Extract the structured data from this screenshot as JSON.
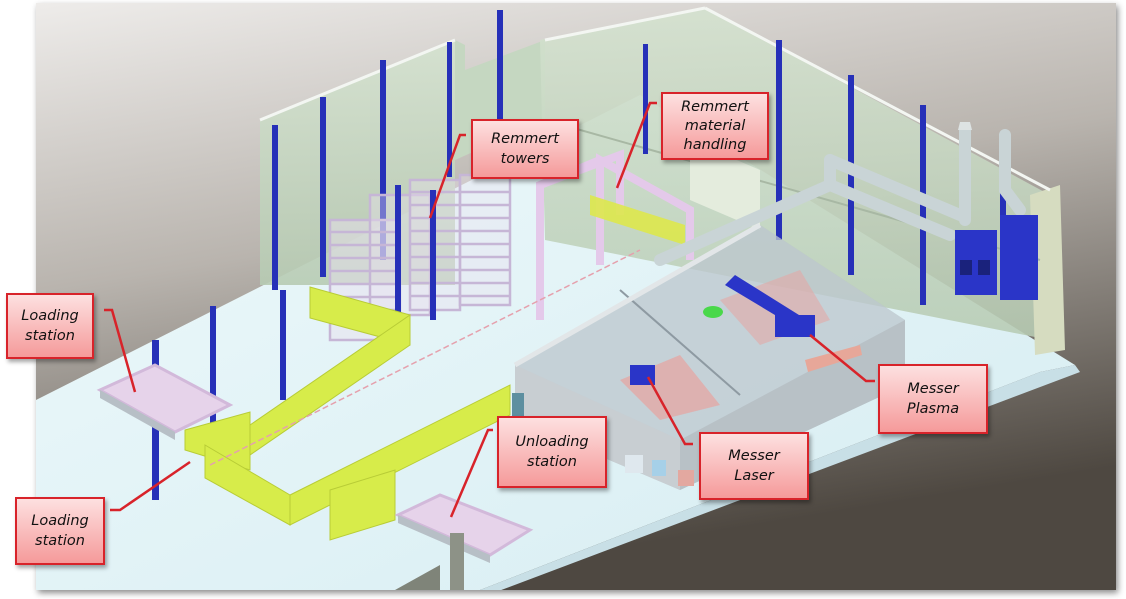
{
  "title": "Factory layout 3D rendering",
  "labels": {
    "remmert_towers": {
      "line1": "Remmert",
      "line2": "towers"
    },
    "remmert_material_handling": {
      "line1": "Remmert",
      "line2": "material",
      "line3": "handling"
    },
    "loading_station_top": {
      "line1": "Loading",
      "line2": "station"
    },
    "loading_station_bottom": {
      "line1": "Loading",
      "line2": "station"
    },
    "unloading_station": {
      "line1": "Unloading",
      "line2": "station"
    },
    "messer_laser": {
      "line1": "Messer",
      "line2": "Laser"
    },
    "messer_plasma": {
      "line1": "Messer",
      "line2": "Plasma"
    }
  },
  "colors": {
    "callout_border": "#d8232a",
    "callout_fill": "#f8b4b4",
    "leader_line": "#d8232a",
    "column_blue": "#2630b8",
    "fence_yellow": "#d4e84a",
    "floor": "#e6f5f8",
    "wall": "#c9d9c4",
    "background_top": "#e8e6e2",
    "background_bottom": "#5b554e"
  }
}
